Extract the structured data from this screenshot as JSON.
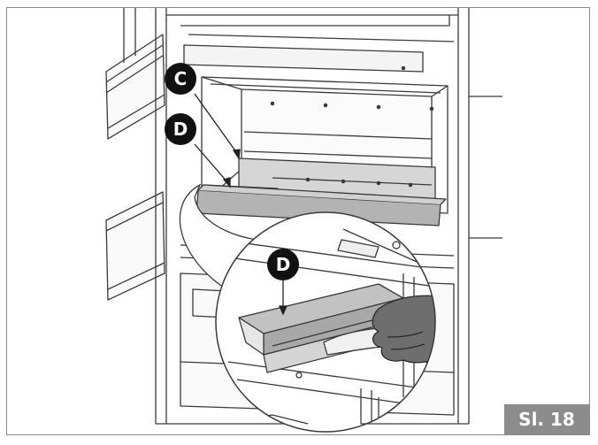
{
  "figure_label": "Sl. 18",
  "callouts": {
    "c": "C",
    "d_top": "D",
    "d_zoom": "D"
  },
  "colors": {
    "line": "#3a3a3a",
    "part_c": "#d6d6d6",
    "part_d": "#b3b3b3",
    "glove": "#6e6e6e",
    "callout_bg": "#111111",
    "label_bg": "#8c8c8c"
  }
}
